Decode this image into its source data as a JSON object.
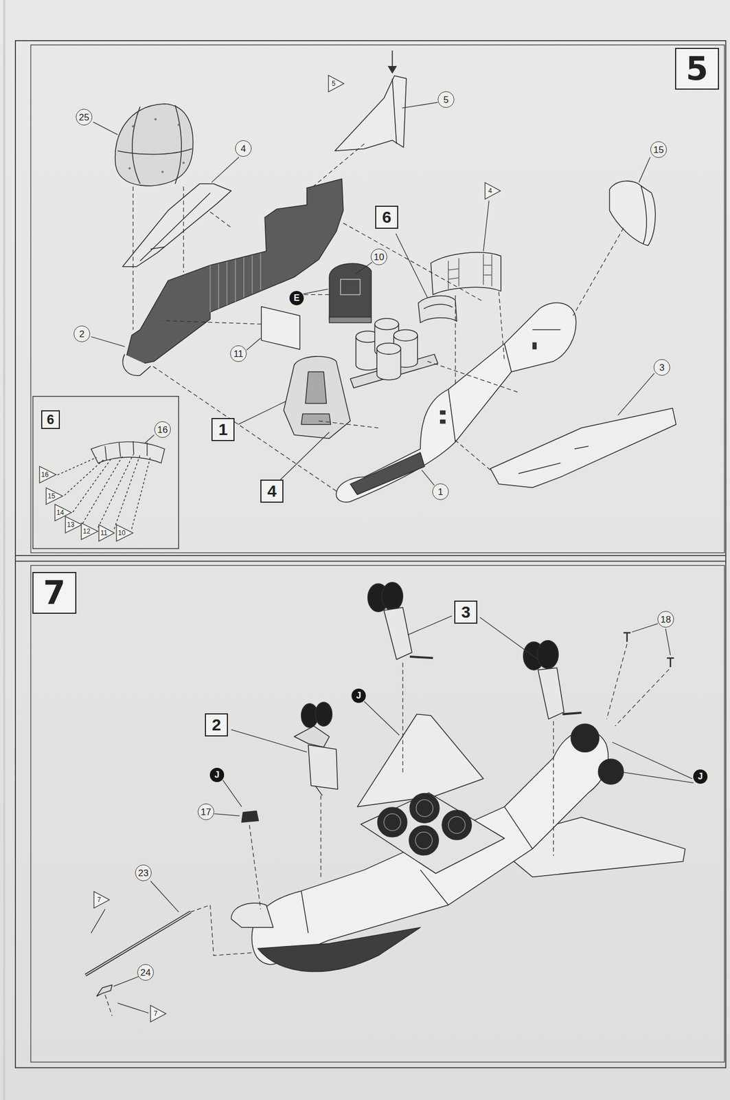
{
  "diagram": {
    "labels": [
      "5",
      "5",
      "5",
      "25",
      "4",
      "15",
      "4",
      "6",
      "10",
      "E",
      "2",
      "11",
      "3",
      "1",
      "4",
      "1",
      "6",
      "16",
      "16",
      "15",
      "14",
      "13",
      "12",
      "11",
      "10",
      "7",
      "18",
      "3",
      "J",
      "2",
      "J",
      "J",
      "17",
      "23",
      "7",
      "24",
      "7"
    ]
  }
}
